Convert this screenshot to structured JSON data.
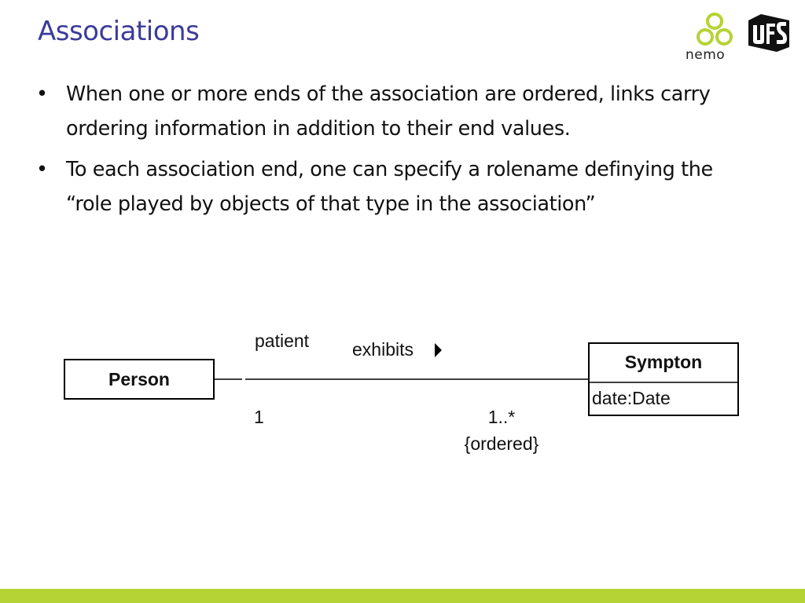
{
  "slide": {
    "title": "Associations",
    "logos": {
      "nemo_text": "nemo",
      "ufes_text": "UFES"
    },
    "bullets": [
      {
        "marker": "•",
        "text": "When one or more ends of the association are ordered, links carry ordering information in addition to their end values."
      },
      {
        "marker": "•",
        "text": "To each association end, one can specify a rolename definying the “role played by objects of that type in the association”"
      }
    ]
  },
  "diagram": {
    "classes": [
      {
        "id": "person",
        "name": "Person",
        "attributes": []
      },
      {
        "id": "sympton",
        "name": "Sympton",
        "attributes": [
          "date:Date"
        ]
      }
    ],
    "association": {
      "name": "exhibits",
      "direction_icon": "triangle-right-icon",
      "source_end": {
        "role": "patient",
        "multiplicity": "1"
      },
      "target_end": {
        "multiplicity": "1..*",
        "constraint": "{ordered}"
      }
    }
  },
  "colors": {
    "title": "#3b3b9a",
    "text": "#111111",
    "footer_bar": "#b5d334",
    "nemo_logo": "#b5d334",
    "lines": "#000000"
  }
}
